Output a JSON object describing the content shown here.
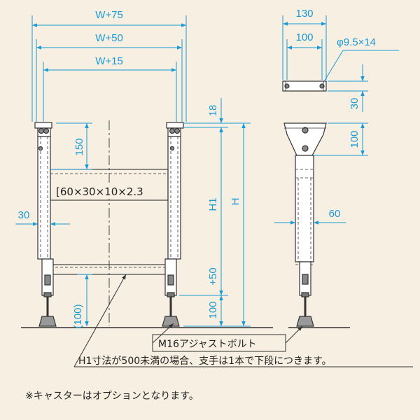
{
  "colors": {
    "background": "#f6efe2",
    "dimension": "#1a9ad6",
    "drawing": "#333333"
  },
  "front_view": {
    "dim_w75": "W+75",
    "dim_w50": "W+50",
    "dim_w15": "W+15",
    "dim_150": "150",
    "dim_30": "30",
    "dim_100_paren": "(100)",
    "member_label": "[60×30×10×2.3"
  },
  "vertical_dims": {
    "dim_18": "18",
    "dim_h1": "H1",
    "dim_h": "H",
    "dim_plus50": "+50",
    "dim_100": "100"
  },
  "side_view": {
    "dim_130": "130",
    "dim_100_top": "100",
    "hole_label": "φ9.5×14",
    "dim_30": "30",
    "dim_100_bracket": "100",
    "dim_60": "60"
  },
  "callouts": {
    "bolt": "M16アジャストボルト",
    "brace_note": "H1寸法が500未満の場合、支手は1本で下段につきます。"
  },
  "footnote": "※キャスターはオプションとなります。"
}
